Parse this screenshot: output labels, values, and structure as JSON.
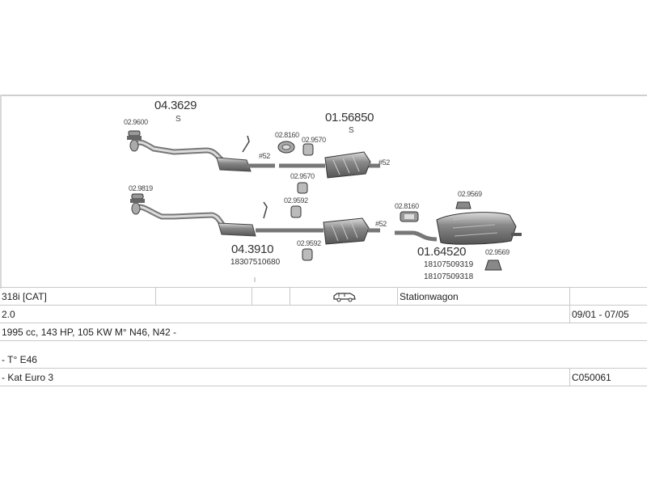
{
  "diagram": {
    "labels": {
      "p_04_3629": "04.3629",
      "p_04_3629_s": "S",
      "p_01_56850": "01.56850",
      "p_01_56850_s": "S",
      "p_02_9600": "02.9600",
      "p_02_8160_top": "02.8160",
      "p_02_9570_a": "02.9570",
      "p_02_9570_b": "02.9570",
      "p_52_a": "#52",
      "p_52_b": "#52",
      "p_52_c": "#52",
      "p_02_9819": "02.9819",
      "p_02_9592_a": "02.9592",
      "p_02_9592_b": "02.9592",
      "p_02_8160_bot": "02.8160",
      "p_02_9569_a": "02.9569",
      "p_02_9569_b": "02.9569",
      "p_04_3910": "04.3910",
      "p_04_3910_oem": "18307510680",
      "p_01_64520": "01.64520",
      "p_01_64520_oem1": "18107509319",
      "p_01_64520_oem2": "18107509318"
    }
  },
  "info": {
    "row1": {
      "model": "318i  [CAT]",
      "body": "Stationwagon"
    },
    "row2": {
      "engine": "2.0",
      "years": "09/01 - 07/05"
    },
    "row3": {
      "spec": "1995 cc, 143 HP, 105 KW M° N46, N42 -"
    },
    "row4": {
      "type": "- T° E46"
    },
    "row5": {
      "emission": "- Kat Euro 3",
      "code": "C050061"
    }
  },
  "icons": {
    "body_icon": "stationwagon-car-icon"
  }
}
